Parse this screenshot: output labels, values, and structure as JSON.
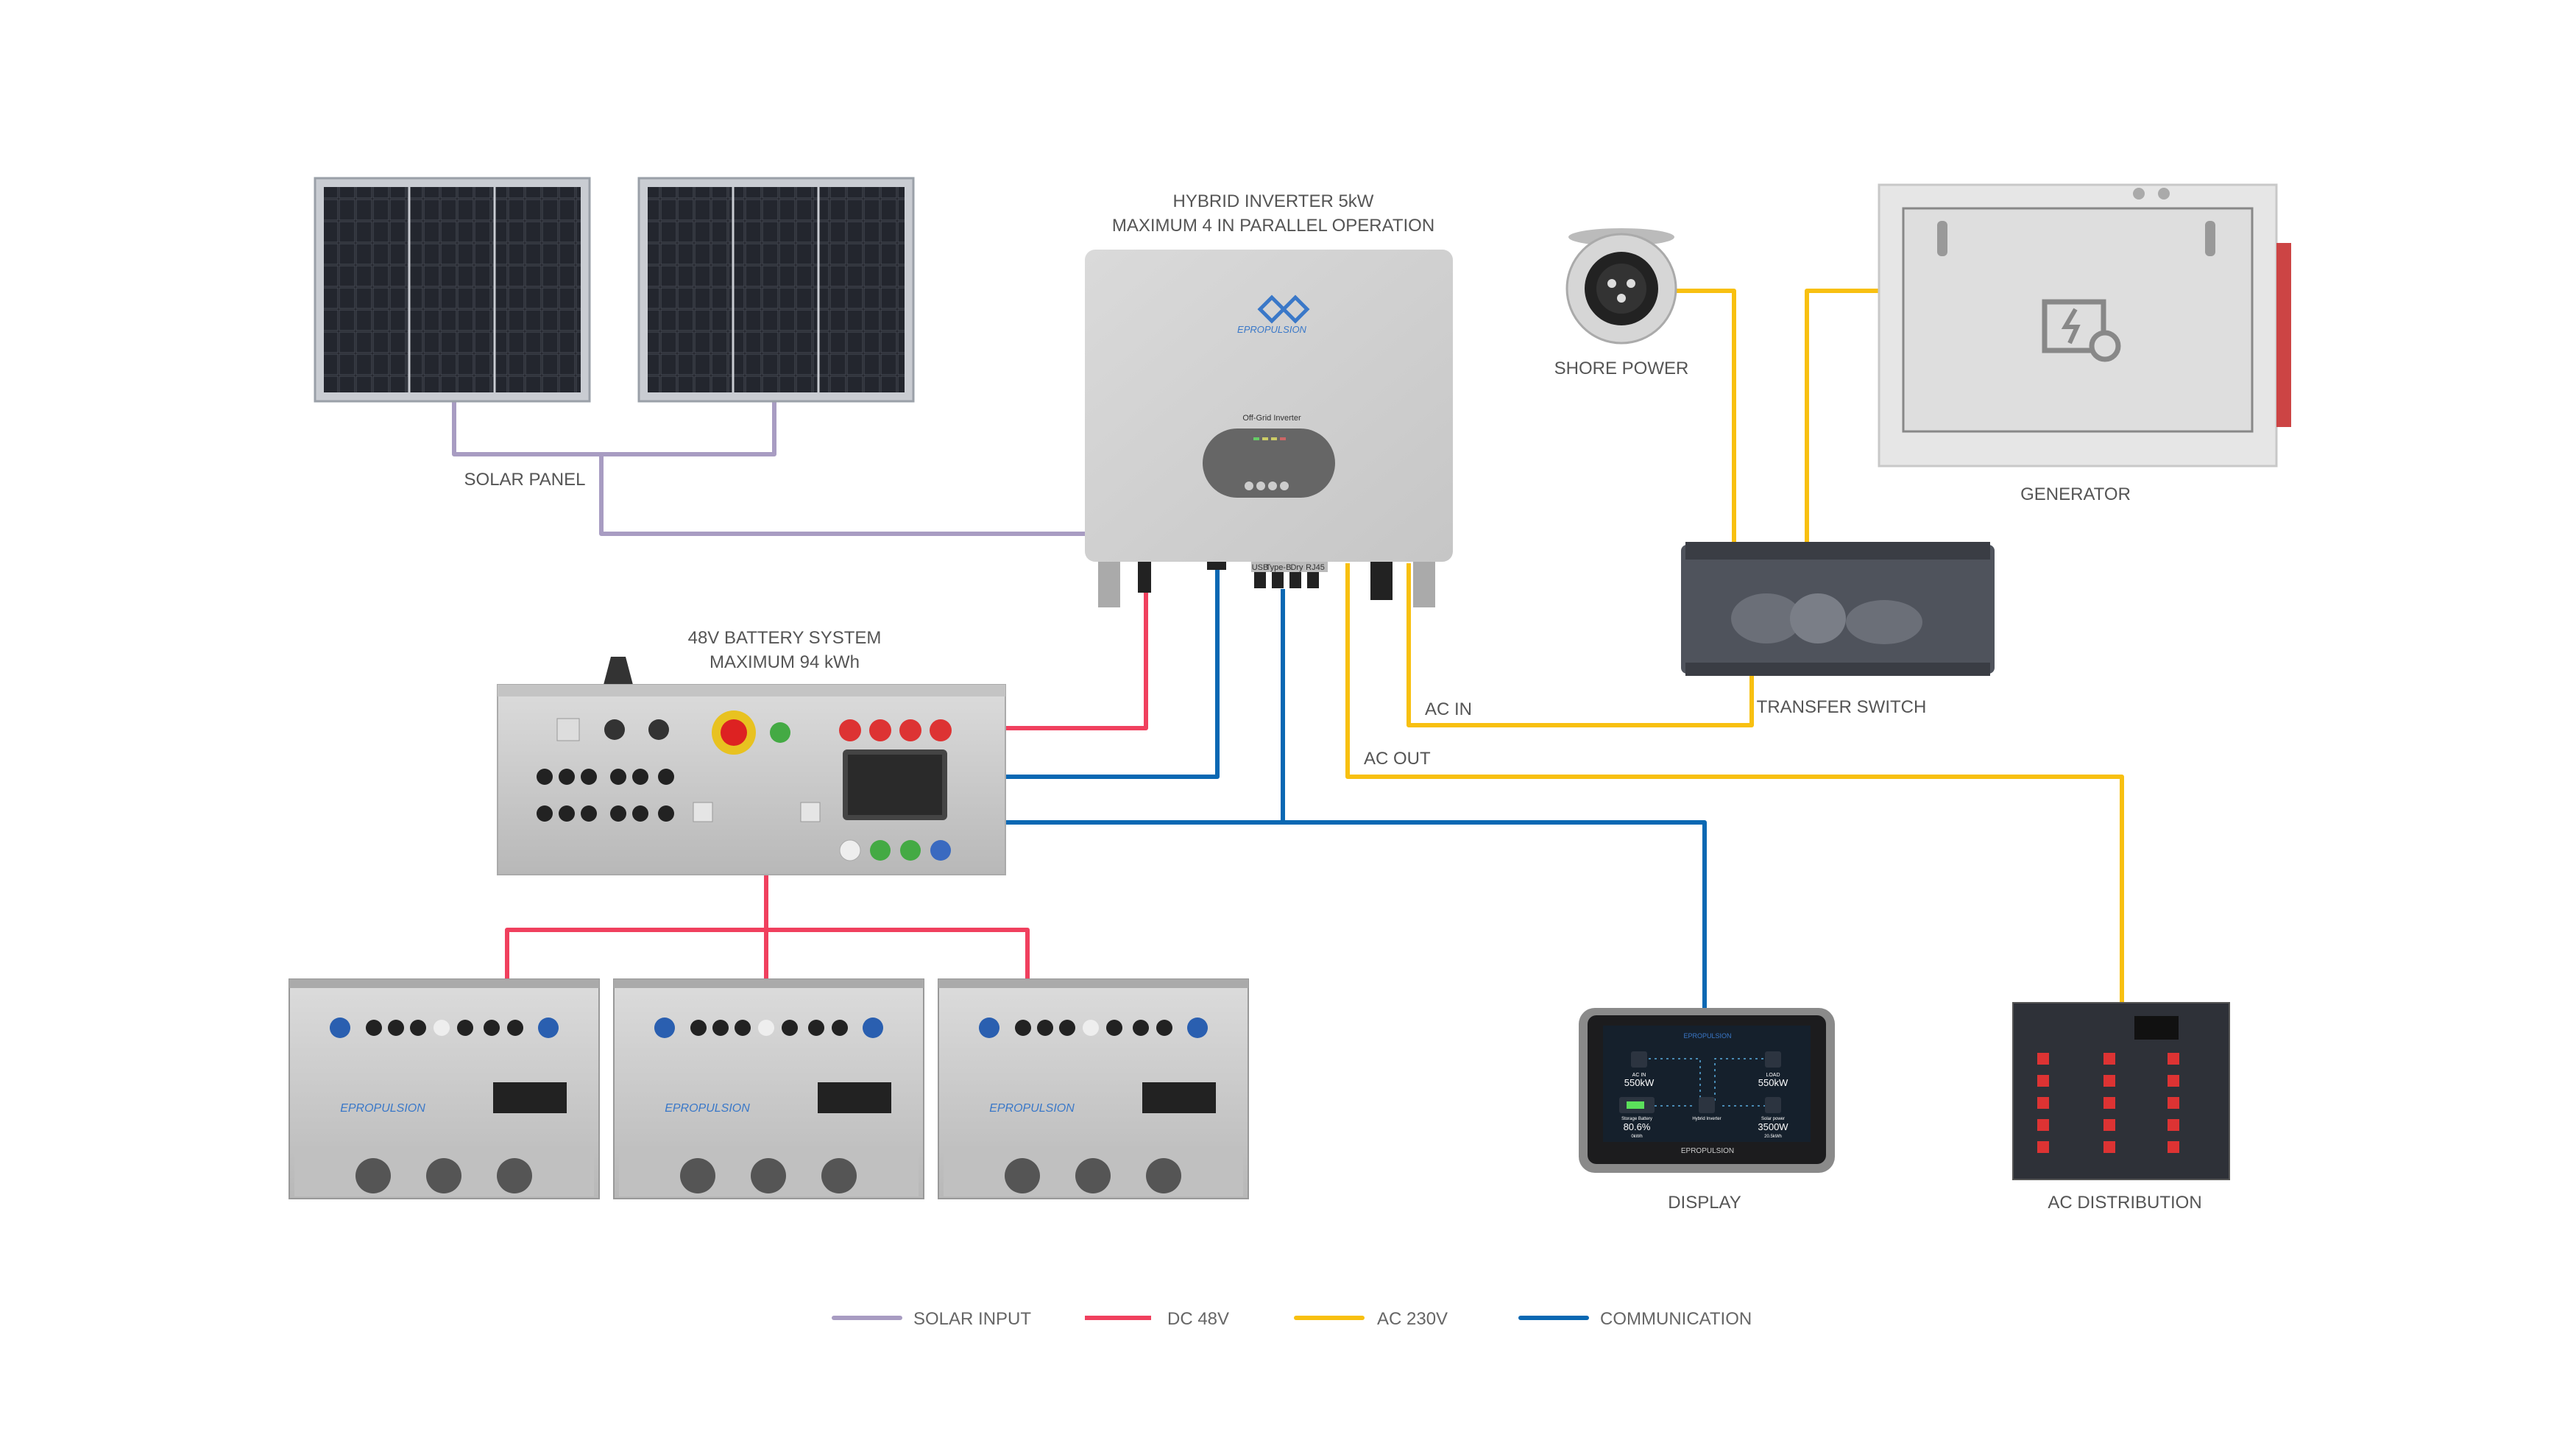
{
  "colors": {
    "solar_input": "#a89cc2",
    "dc_48v": "#f0405e",
    "ac_230v": "#f8c010",
    "communication": "#0a68b3",
    "label_text": "#555555",
    "brand_blue": "#3a78c8"
  },
  "labels": {
    "solar_panel": "SOLAR PANEL",
    "inverter_line1": "HYBRID INVERTER 5kW",
    "inverter_line2": "MAXIMUM 4 IN PARALLEL OPERATION",
    "shore_power": "SHORE POWER",
    "generator": "GENERATOR",
    "transfer_switch": "TRANSFER SWITCH",
    "battery_line1": "48V BATTERY SYSTEM",
    "battery_line2": "MAXIMUM 94 kWh",
    "ac_in": "AC IN",
    "ac_out": "AC OUT",
    "display": "DISPLAY",
    "ac_distribution": "AC DISTRIBUTION"
  },
  "inverter": {
    "brand": "EPROPULSION",
    "model": "Off-Grid Inverter",
    "ports": [
      "USB",
      "Type-B",
      "Dry",
      "RJ45"
    ]
  },
  "battery_module": {
    "brand": "EPROPULSION"
  },
  "display_screen": {
    "brand": "EPROPULSION",
    "ac_in_label": "AC IN",
    "ac_in_value": "550kW",
    "load_label": "LOAD",
    "load_value": "550kW",
    "battery_label": "Storage Battery",
    "battery_value": "80.6%",
    "battery_energy": "0kWh",
    "battery_level": 0.8,
    "inverter_label": "Hybrid Inverter",
    "solar_label": "Solar power",
    "solar_value": "3500W",
    "solar_energy": "20.5kWh",
    "bezel_brand": "EPROPULSION"
  },
  "legend": [
    {
      "label": "SOLAR INPUT",
      "color": "#a89cc2"
    },
    {
      "label": "DC 48V",
      "color": "#f0405e"
    },
    {
      "label": "AC 230V",
      "color": "#f8c010"
    },
    {
      "label": "COMMUNICATION",
      "color": "#0a68b3"
    }
  ]
}
